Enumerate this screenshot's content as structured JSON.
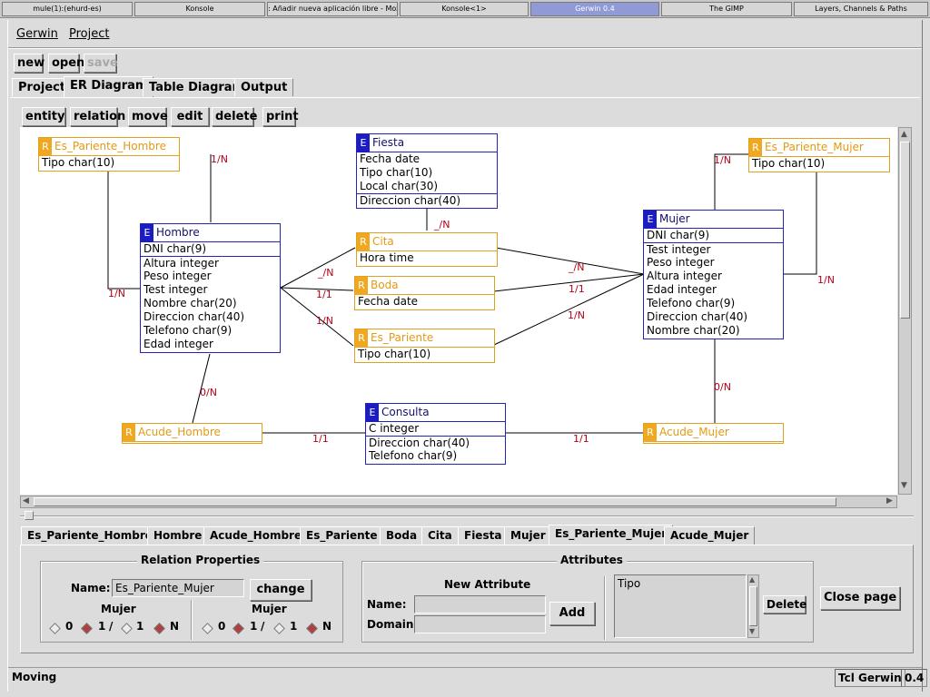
{
  "taskbar": [
    {
      "label": "mule(1):(ehurd-es)",
      "active": false
    },
    {
      "label": "Konsole",
      "active": false
    },
    {
      "label": ": Añadir nueva aplicación libre - Moz...",
      "active": false
    },
    {
      "label": "Konsole<1>",
      "active": false
    },
    {
      "label": "Gerwin 0.4",
      "active": true
    },
    {
      "label": "The GIMP",
      "active": false
    },
    {
      "label": "Layers, Channels & Paths",
      "active": false
    }
  ],
  "menu": {
    "gerwin": "Gerwin",
    "project": "Project"
  },
  "toolbar": {
    "new": "new",
    "open": "open",
    "save": "save"
  },
  "main_tabs": [
    "Project",
    "ER Diagram",
    "Table Diagram",
    "Output"
  ],
  "er_tools": {
    "entity": "entity",
    "relation": "relation",
    "move": "move",
    "edit": "edit",
    "delete": "delete",
    "print": "print"
  },
  "diagram": {
    "es_pariente_hombre": {
      "badge": "R",
      "name": "Es_Pariente_Hombre",
      "rows": [
        "Tipo char(10)"
      ]
    },
    "fiesta": {
      "badge": "E",
      "name": "Fiesta",
      "rows": [
        "Fecha date",
        "Tipo char(10)",
        "Local char(30)",
        "Direccion char(40)"
      ]
    },
    "es_pariente_mujer": {
      "badge": "R",
      "name": "Es_Pariente_Mujer",
      "rows": [
        "Tipo char(10)"
      ]
    },
    "hombre": {
      "badge": "E",
      "name": "Hombre",
      "key": "DNI char(9)",
      "rows": [
        "Altura integer",
        "Peso integer",
        "Test integer",
        "Nombre char(20)",
        "Direccion char(40)",
        "Telefono char(9)",
        "Edad integer"
      ]
    },
    "cita": {
      "badge": "R",
      "name": "Cita",
      "rows": [
        "Hora time"
      ]
    },
    "boda": {
      "badge": "R",
      "name": "Boda",
      "rows": [
        "Fecha date"
      ]
    },
    "es_pariente": {
      "badge": "R",
      "name": "Es_Pariente",
      "rows": [
        "Tipo char(10)"
      ]
    },
    "mujer": {
      "badge": "E",
      "name": "Mujer",
      "key": "DNI char(9)",
      "rows": [
        "Test integer",
        "Peso integer",
        "Altura integer",
        "Edad integer",
        "Telefono char(9)",
        "Direccion char(40)",
        "Nombre char(20)"
      ]
    },
    "consulta": {
      "badge": "E",
      "name": "Consulta",
      "key": "C integer",
      "rows": [
        "Direccion char(40)",
        "Telefono char(9)"
      ]
    },
    "acude_hombre": {
      "badge": "R",
      "name": "Acude_Hombre"
    },
    "acude_mujer": {
      "badge": "R",
      "name": "Acude_Mujer"
    },
    "cardinalities": {
      "c1": "1/N",
      "c2": "1/N",
      "c3": "_/N",
      "c4": "1/N",
      "c5": "1/N",
      "c6": "_/N",
      "c7": "1/1",
      "c8": "1/N",
      "c9": "_/N",
      "c10": "1/1",
      "c11": "1/N",
      "c12": "0/N",
      "c13": "0/N",
      "c14": "1/1",
      "c15": "1/1"
    }
  },
  "page_tabs": [
    "Es_Pariente_Hombre",
    "Hombre",
    "Acude_Hombre",
    "Es_Pariente",
    "Boda",
    "Cita",
    "Fiesta",
    "Mujer",
    "Es_Pariente_Mujer",
    "Acude_Mujer"
  ],
  "relation_props": {
    "title": "Relation Properties",
    "name_label": "Name:",
    "name_value": "Es_Pariente_Mujer",
    "change": "change",
    "left_entity": "Mujer",
    "right_entity": "Mujer",
    "opt_0": "0",
    "opt_1": "1",
    "slash": "/",
    "opt_1b": "1",
    "opt_n": "N"
  },
  "attributes": {
    "title": "Attributes",
    "new_title": "New Attribute",
    "name_label": "Name:",
    "domain_label": "Domain:",
    "name_value": "",
    "domain_value": "",
    "add": "Add",
    "list": [
      "Tipo"
    ],
    "delete": "Delete"
  },
  "close_page": "Close page",
  "status": {
    "text": "Moving",
    "app": "Tcl Gerwin",
    "version": "0.4"
  }
}
